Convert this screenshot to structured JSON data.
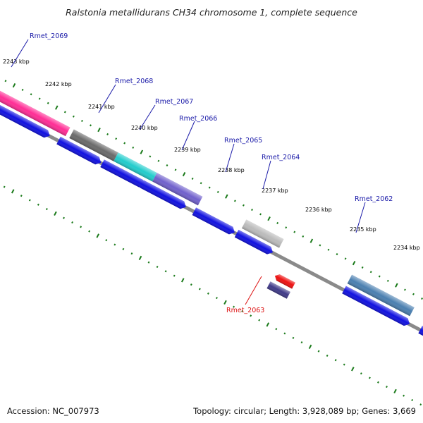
{
  "title": "Ralstonia metallidurans CH34 chromosome 1, complete sequence",
  "footer": {
    "accession": "Accession: NC_007973",
    "summary": "Topology: circular; Length: 3,928,089 bp; Genes: 3,669"
  },
  "ruler_labels": [
    "2243 kbp",
    "2242 kbp",
    "2241 kbp",
    "2240 kbp",
    "2239 kbp",
    "2238 kbp",
    "2237 kbp",
    "2236 kbp",
    "2235 kbp",
    "2234 kbp"
  ],
  "gene_labels": [
    "Rmet_2069",
    "Rmet_2068",
    "Rmet_2067",
    "Rmet_2066",
    "Rmet_2065",
    "Rmet_2064",
    "Rmet_2062",
    "Rmet_2063"
  ],
  "colors": {
    "ruler_dots": "#1a7a1a",
    "backbone": "#8a8a8a",
    "cds_blue": "#1010e0",
    "label_blue": "#1a1aa8",
    "label_red": "#dd1111",
    "gene_2069": "#ff2d95",
    "gene_2068": "#6a6a6a",
    "gene_2067": "#22cccc",
    "gene_2066": "#7060cc",
    "gene_2064": "#bbbbbb",
    "gene_2062": "#4a7fb0",
    "gene_2063_red": "#ee1111",
    "gene_2063_purple": "#403a88",
    "gene_green": "#22cc22"
  }
}
